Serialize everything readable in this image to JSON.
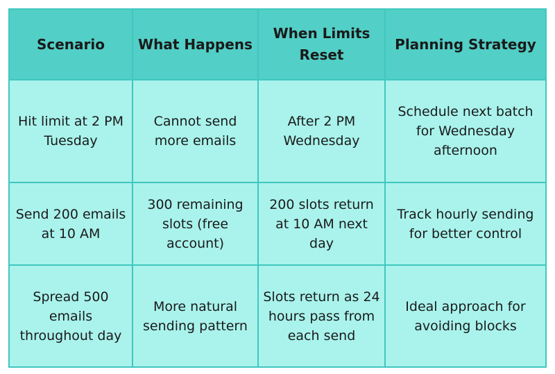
{
  "table": {
    "headers": [
      "Scenario",
      "What Happens",
      "When Limits Reset",
      "Planning Strategy"
    ],
    "rows": [
      [
        "Hit limit at 2 PM Tuesday",
        "Cannot send more emails",
        "After 2 PM Wednesday",
        "Schedule next batch for Wednesday afternoon"
      ],
      [
        "Send 200 emails at 10 AM",
        "300 remaining slots (free account)",
        "200 slots return at 10 AM next day",
        "Track hourly sending for better control"
      ],
      [
        "Spread 500 emails throughout day",
        "More natural sending pattern",
        "Slots return as 24 hours pass from each send",
        "Ideal approach for avoiding blocks"
      ]
    ]
  },
  "colors": {
    "header_bg": "#52cfc6",
    "cell_bg": "#a9f3ec",
    "border": "#3fc7c0",
    "text": "#1a1a1a"
  }
}
